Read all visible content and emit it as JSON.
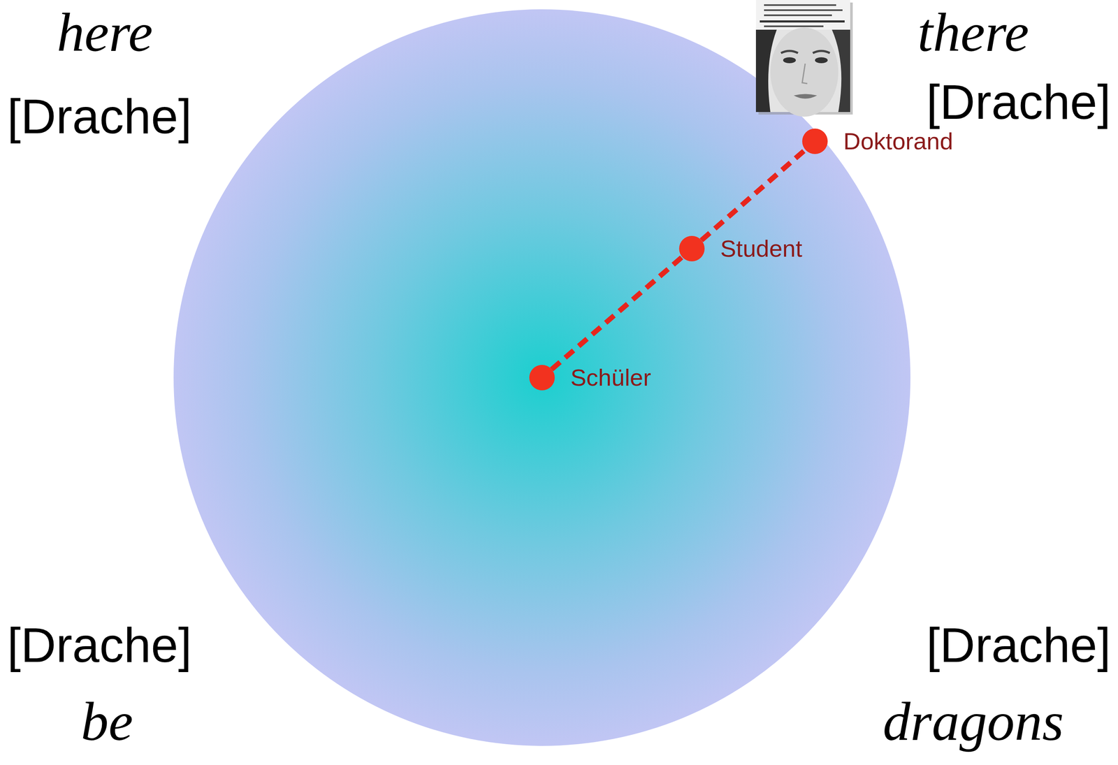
{
  "diagram": {
    "nodes": [
      {
        "text": [
          "Schüler"
        ]
      },
      {
        "text": [
          "Student"
        ]
      },
      {
        "text": [
          "Doktorand"
        ]
      }
    ],
    "edges": [
      {
        "from": 0,
        "to": 1,
        "arrow": "none"
      },
      {
        "from": 1,
        "to": 2,
        "arrow": "none"
      }
    ],
    "labels": [
      "here",
      "there",
      "[Drache]",
      "[Drache]",
      "[Drache]",
      "be",
      "[Drache]",
      "dragons"
    ]
  }
}
